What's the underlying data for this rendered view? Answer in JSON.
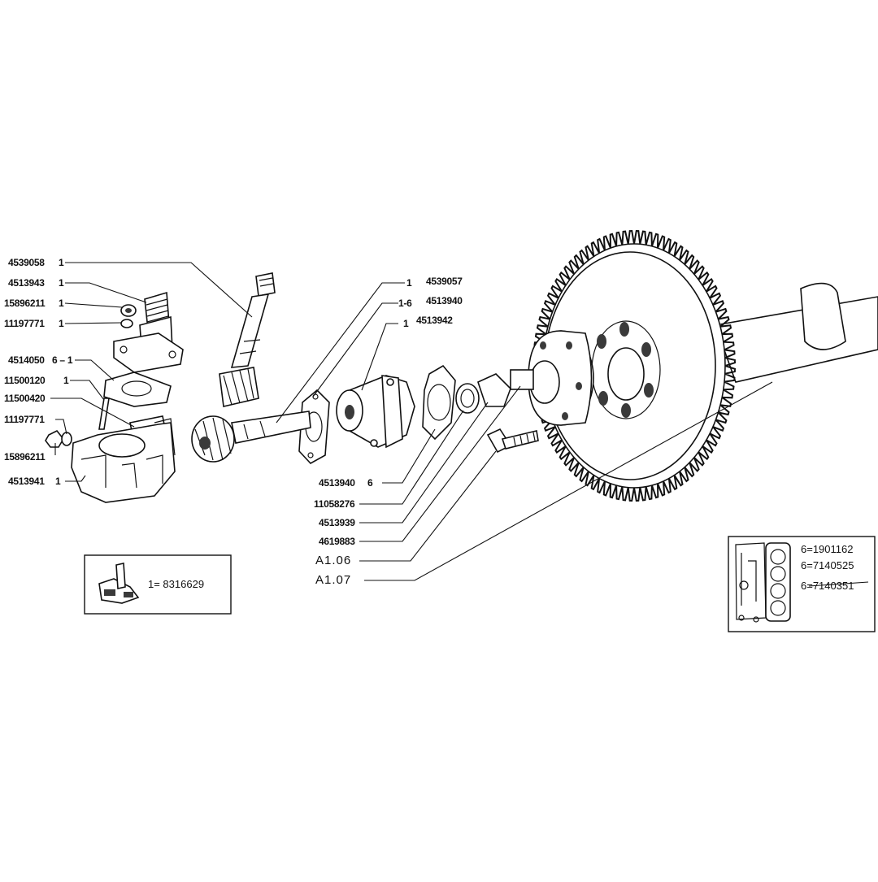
{
  "callouts_left": [
    {
      "part": "4539058",
      "qty": "1"
    },
    {
      "part": "4513943",
      "qty": "1"
    },
    {
      "part": "15896211",
      "qty": "1"
    },
    {
      "part": "11197771",
      "qty": "1"
    },
    {
      "part": "4514050",
      "qty": "6 – 1"
    },
    {
      "part": "11500120",
      "qty": "1"
    },
    {
      "part": "11500420",
      "qty": ""
    },
    {
      "part": "11197771",
      "qty": ""
    },
    {
      "part": "15896211",
      "qty": ""
    },
    {
      "part": "4513941",
      "qty": "1"
    }
  ],
  "callouts_top": [
    {
      "qty": "1",
      "part": "4539057"
    },
    {
      "qty": "1-6",
      "part": "4513940"
    },
    {
      "qty": "1",
      "part": "4513942"
    }
  ],
  "callouts_bottom": [
    {
      "part": "4513940",
      "qty": "6"
    },
    {
      "part": "11058276",
      "qty": ""
    },
    {
      "part": "4513939",
      "qty": ""
    },
    {
      "part": "4619883",
      "qty": ""
    },
    {
      "part": "A1.06",
      "qty": ""
    },
    {
      "part": "A1.07",
      "qty": ""
    }
  ],
  "kit_left": {
    "label": "1= 8316629"
  },
  "kit_right": {
    "lines": [
      "6=1901162",
      "6=7140525",
      "6=7140351"
    ]
  }
}
